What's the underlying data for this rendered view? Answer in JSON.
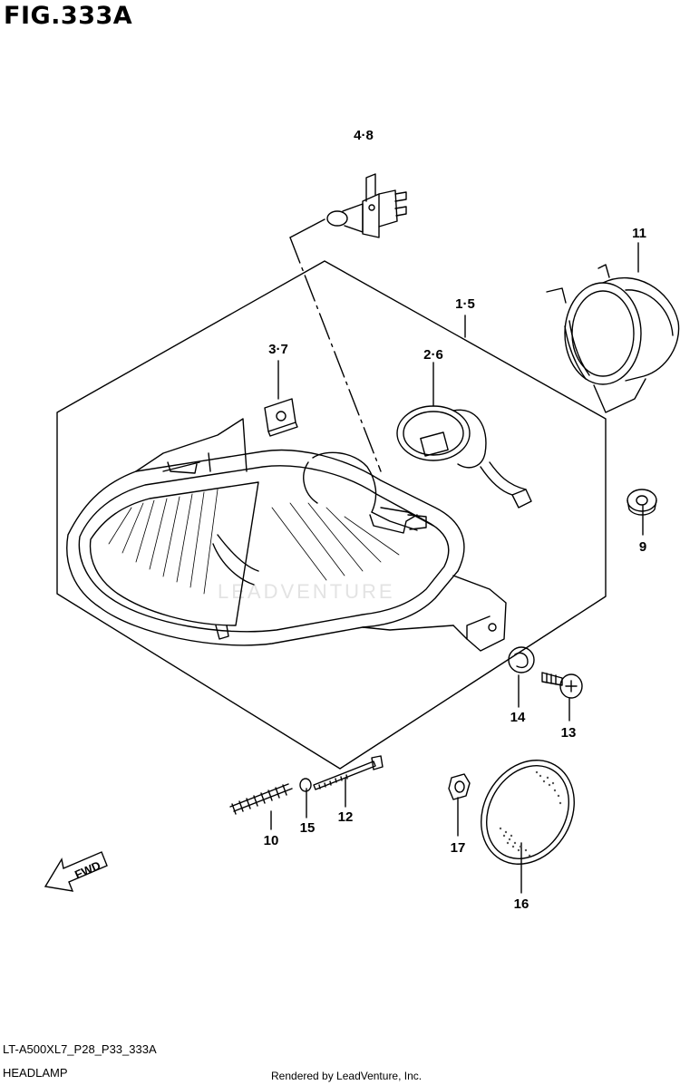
{
  "header": {
    "title": "FIG.333A"
  },
  "callouts": [
    {
      "id": "4-8",
      "label": "4·8"
    },
    {
      "id": "1-5",
      "label": "1·5"
    },
    {
      "id": "3-7",
      "label": "3·7"
    },
    {
      "id": "2-6",
      "label": "2·6"
    },
    {
      "id": "11",
      "label": "11"
    },
    {
      "id": "9",
      "label": "9"
    },
    {
      "id": "14",
      "label": "14"
    },
    {
      "id": "13",
      "label": "13"
    },
    {
      "id": "10",
      "label": "10"
    },
    {
      "id": "15",
      "label": "15"
    },
    {
      "id": "12",
      "label": "12"
    },
    {
      "id": "17",
      "label": "17"
    },
    {
      "id": "16",
      "label": "16"
    }
  ],
  "fwd_arrow": {
    "label": "FWD"
  },
  "watermark": {
    "text": "LEADVENTURE"
  },
  "footer": {
    "code": "LT-A500XL7_P28_P33_333A",
    "name": "HEADLAMP",
    "credit": "Rendered by LeadVenture, Inc."
  }
}
